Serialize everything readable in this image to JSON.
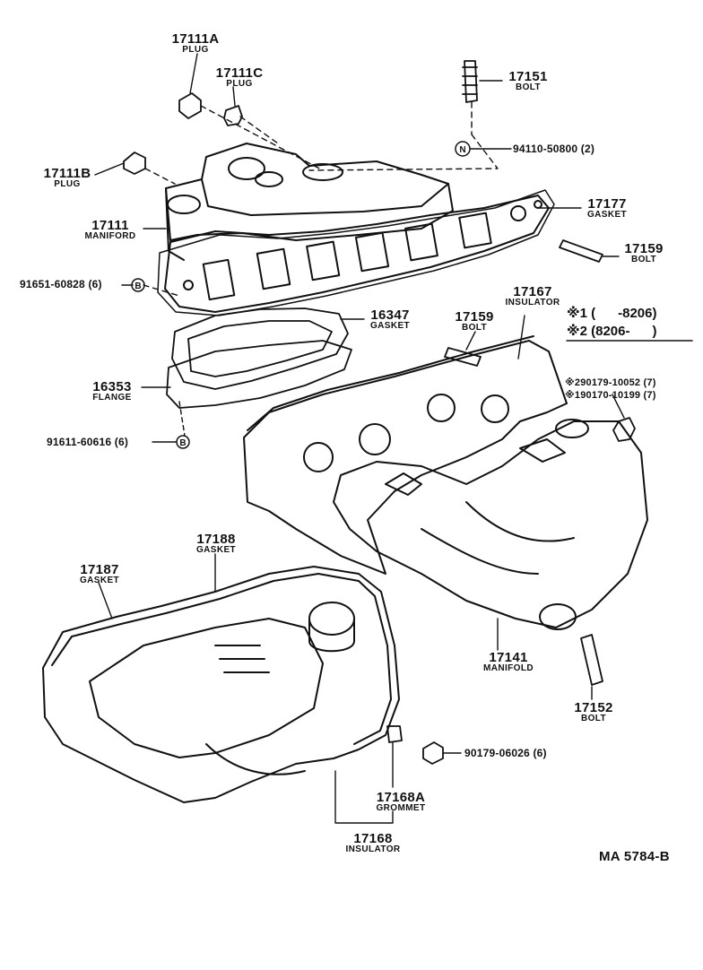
{
  "diagram_id": "MA 5784-B",
  "legend": {
    "row1": {
      "mark": "※1",
      "range": "(      -8206)"
    },
    "row2": {
      "mark": "※2",
      "range": "(8206-      )"
    }
  },
  "parts": {
    "p17111A": {
      "no": "17111A",
      "name": "PLUG"
    },
    "p17111C": {
      "no": "17111C",
      "name": "PLUG"
    },
    "p17151": {
      "no": "17151",
      "name": "BOLT"
    },
    "p94110": {
      "marker": "N",
      "no": "94110-50800 (2)"
    },
    "p17111B": {
      "no": "17111B",
      "name": "PLUG"
    },
    "p17177": {
      "no": "17177",
      "name": "GASKET"
    },
    "p17111": {
      "no": "17111",
      "name": "MANIFORD"
    },
    "p17159a": {
      "no": "17159",
      "name": "BOLT"
    },
    "p91651": {
      "no": "91651-60828 (6)",
      "marker": "B"
    },
    "p17167": {
      "no": "17167",
      "name": "INSULATOR"
    },
    "p17159b": {
      "no": "17159",
      "name": "BOLT"
    },
    "p16347": {
      "no": "16347",
      "name": "GASKET"
    },
    "p16353": {
      "no": "16353",
      "name": "FLANGE"
    },
    "p90179a": {
      "no": "※290179-10052 (7)"
    },
    "p90179b": {
      "no": "※190170-10199 (7)"
    },
    "p91611": {
      "no": "91611-60616 (6)",
      "marker": "B"
    },
    "p17188": {
      "no": "17188",
      "name": "GASKET"
    },
    "p17187": {
      "no": "17187",
      "name": "GASKET"
    },
    "p17141": {
      "no": "17141",
      "name": "MANIFOLD"
    },
    "p17152": {
      "no": "17152",
      "name": "BOLT"
    },
    "p90179c": {
      "no": "90179-06026 (6)"
    },
    "p17168A": {
      "no": "17168A",
      "name": "GROMMET"
    },
    "p17168": {
      "no": "17168",
      "name": "INSULATOR"
    }
  }
}
